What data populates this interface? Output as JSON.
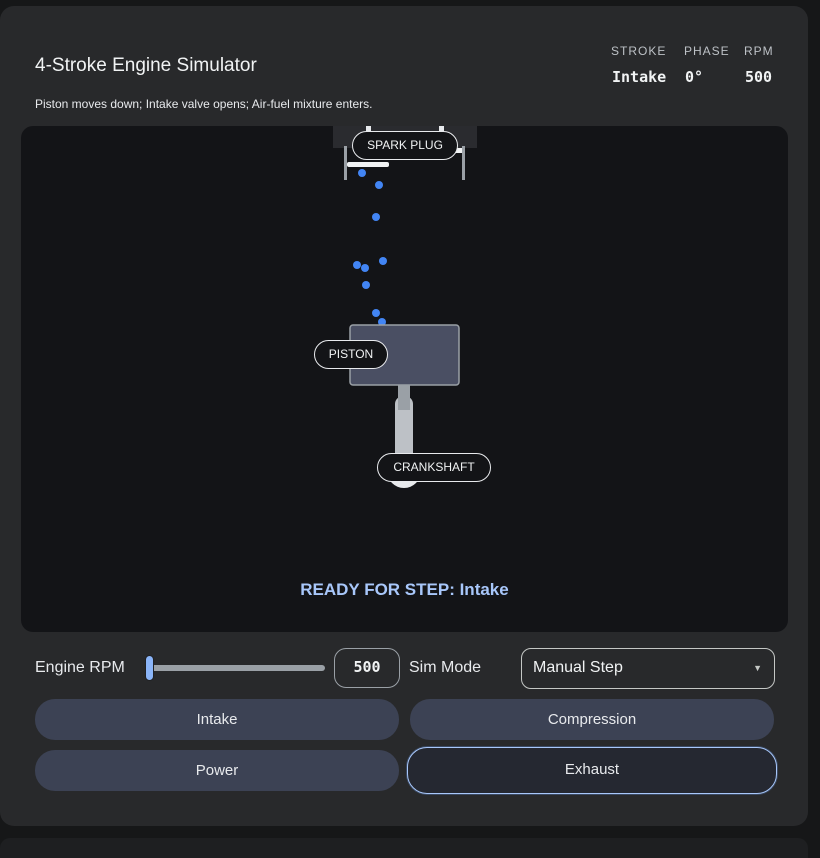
{
  "header": {
    "title": "4-Stroke Engine Simulator",
    "description": "Piston moves down; Intake valve opens; Air-fuel mixture enters.",
    "stats": [
      {
        "label": "STROKE",
        "value": "Intake"
      },
      {
        "label": "PHASE",
        "value": "0°"
      },
      {
        "label": "RPM",
        "value": "500"
      }
    ]
  },
  "stage": {
    "labels": {
      "spark_plug": "SPARK PLUG",
      "piston": "PISTON",
      "crankshaft": "CRANKSHAFT"
    },
    "status": "READY FOR STEP: Intake",
    "particle_color": "#4285f4"
  },
  "controls": {
    "rpm_label": "Engine RPM",
    "rpm_value": "500",
    "rpm_slider_fraction": 0,
    "sim_mode_label": "Sim Mode",
    "sim_mode_value": "Manual Step",
    "stroke_buttons": [
      "Intake",
      "Compression",
      "Power",
      "Exhaust"
    ]
  },
  "colors": {
    "accent": "#a8c7fa",
    "button_bg": "#3c4254"
  }
}
